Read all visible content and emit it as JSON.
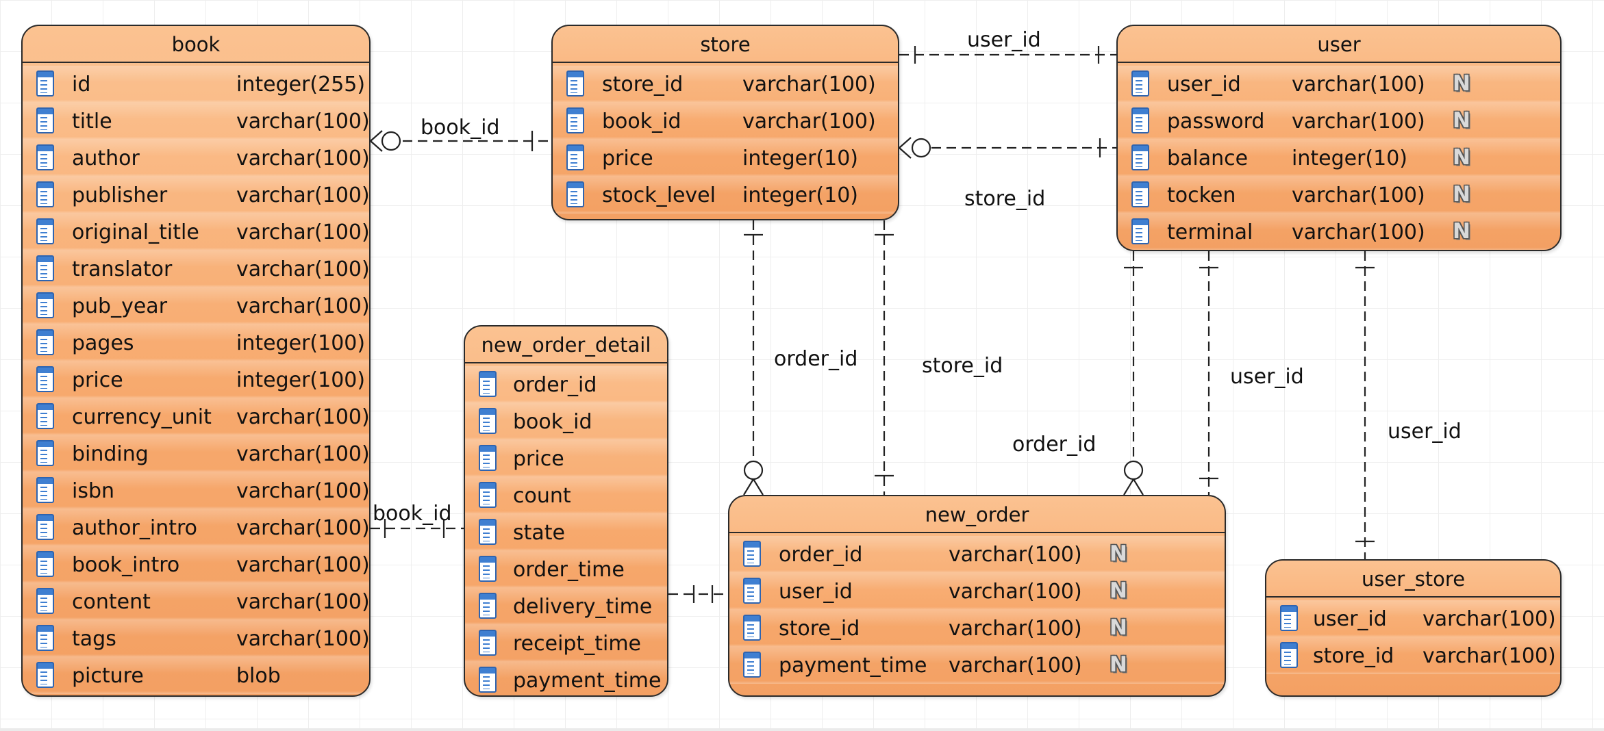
{
  "entities": {
    "book": {
      "title": "book",
      "fields": [
        {
          "name": "id",
          "type": "integer(255)"
        },
        {
          "name": "title",
          "type": "varchar(100)"
        },
        {
          "name": "author",
          "type": "varchar(100)"
        },
        {
          "name": "publisher",
          "type": "varchar(100)"
        },
        {
          "name": "original_title",
          "type": "varchar(100)"
        },
        {
          "name": "translator",
          "type": "varchar(100)"
        },
        {
          "name": "pub_year",
          "type": "varchar(100)"
        },
        {
          "name": "pages",
          "type": "integer(100)"
        },
        {
          "name": "price",
          "type": "integer(100)"
        },
        {
          "name": "currency_unit",
          "type": "varchar(100)"
        },
        {
          "name": "binding",
          "type": "varchar(100)"
        },
        {
          "name": "isbn",
          "type": "varchar(100)"
        },
        {
          "name": "author_intro",
          "type": "varchar(100)"
        },
        {
          "name": "book_intro",
          "type": "varchar(100)"
        },
        {
          "name": "content",
          "type": "varchar(100)"
        },
        {
          "name": "tags",
          "type": "varchar(100)"
        },
        {
          "name": "picture",
          "type": "blob"
        }
      ]
    },
    "store": {
      "title": "store",
      "fields": [
        {
          "name": "store_id",
          "type": "varchar(100)"
        },
        {
          "name": "book_id",
          "type": "varchar(100)"
        },
        {
          "name": "price",
          "type": "integer(10)"
        },
        {
          "name": "stock_level",
          "type": "integer(10)"
        }
      ]
    },
    "user": {
      "title": "user",
      "fields": [
        {
          "name": "user_id",
          "type": "varchar(100)",
          "not_null": "N"
        },
        {
          "name": "password",
          "type": "varchar(100)",
          "not_null": "N"
        },
        {
          "name": "balance",
          "type": "integer(10)",
          "not_null": "N"
        },
        {
          "name": "tocken",
          "type": "varchar(100)",
          "not_null": "N"
        },
        {
          "name": "terminal",
          "type": "varchar(100)",
          "not_null": "N"
        }
      ]
    },
    "new_order_detail": {
      "title": "new_order_detail",
      "fields": [
        {
          "name": "order_id"
        },
        {
          "name": "book_id"
        },
        {
          "name": "price"
        },
        {
          "name": "count"
        },
        {
          "name": "state"
        },
        {
          "name": "order_time"
        },
        {
          "name": "delivery_time"
        },
        {
          "name": "receipt_time"
        },
        {
          "name": "payment_time"
        }
      ]
    },
    "new_order": {
      "title": "new_order",
      "fields": [
        {
          "name": "order_id",
          "type": "varchar(100)",
          "not_null": "N"
        },
        {
          "name": "user_id",
          "type": "varchar(100)",
          "not_null": "N"
        },
        {
          "name": "store_id",
          "type": "varchar(100)",
          "not_null": "N"
        },
        {
          "name": "payment_time",
          "type": "varchar(100)",
          "not_null": "N"
        }
      ]
    },
    "user_store": {
      "title": "user_store",
      "fields": [
        {
          "name": "user_id",
          "type": "varchar(100)"
        },
        {
          "name": "store_id",
          "type": "varchar(100)"
        }
      ]
    }
  },
  "relationships": [
    {
      "id": "book-store",
      "label": "book_id"
    },
    {
      "id": "store-user-userid",
      "label": "user_id"
    },
    {
      "id": "store-user-storeid",
      "label": "store_id"
    },
    {
      "id": "store-neworder-orderid",
      "label": "order_id"
    },
    {
      "id": "store-neworder-storeid",
      "label": "store_id"
    },
    {
      "id": "user-neworder-orderid",
      "label": "order_id"
    },
    {
      "id": "user-neworder-userid",
      "label": "user_id"
    },
    {
      "id": "user-userstore",
      "label": "user_id"
    },
    {
      "id": "book-detail",
      "label": "book_id"
    },
    {
      "id": "detail-neworder",
      "label": ""
    }
  ],
  "colors": {
    "entity_fill": "#f7a96d",
    "entity_border": "#2a2a2a",
    "field_icon": "#3f7fd1",
    "background": "#ffffff"
  },
  "icons": {
    "field": "column-icon",
    "not_null": "not-null-icon"
  }
}
